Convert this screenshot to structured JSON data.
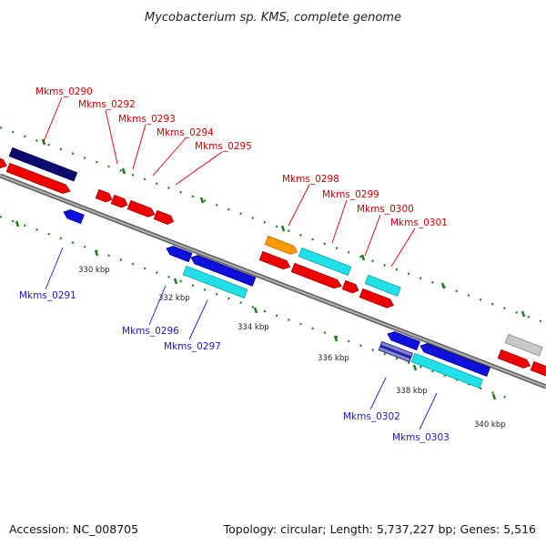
{
  "title": "Mycobacterium sp. KMS, complete genome",
  "footer": {
    "accession": "Accession: NC_008705",
    "summary": "Topology: circular; Length: 5,737,227 bp; Genes: 5,516"
  },
  "colors": {
    "background": "#ffffff",
    "backbone": "#8a8a8a",
    "tick_marks": "#1f7a1f",
    "label_forward": "#d40000",
    "label_reverse": "#1a1acc",
    "gene_red": "#ee0000",
    "gene_blue": "#1010dd",
    "gene_navy": "#0a0a70",
    "gene_cyan": "#22e0e8",
    "gene_orange": "#ff9900",
    "gene_gray": "#c8c8c8",
    "gene_lavender": "#8888cc"
  },
  "scale_labels": [
    "330 kbp",
    "332 kbp",
    "334 kbp",
    "336 kbp",
    "338 kbp",
    "340 kbp"
  ],
  "gene_labels": {
    "forward": [
      "Mkms_0290",
      "Mkms_0292",
      "Mkms_0293",
      "Mkms_0294",
      "Mkms_0295",
      "Mkms_0298",
      "Mkms_0299",
      "Mkms_0300",
      "Mkms_0301"
    ],
    "reverse": [
      "Mkms_0291",
      "Mkms_0296",
      "Mkms_0297",
      "Mkms_0302",
      "Mkms_0303"
    ]
  }
}
